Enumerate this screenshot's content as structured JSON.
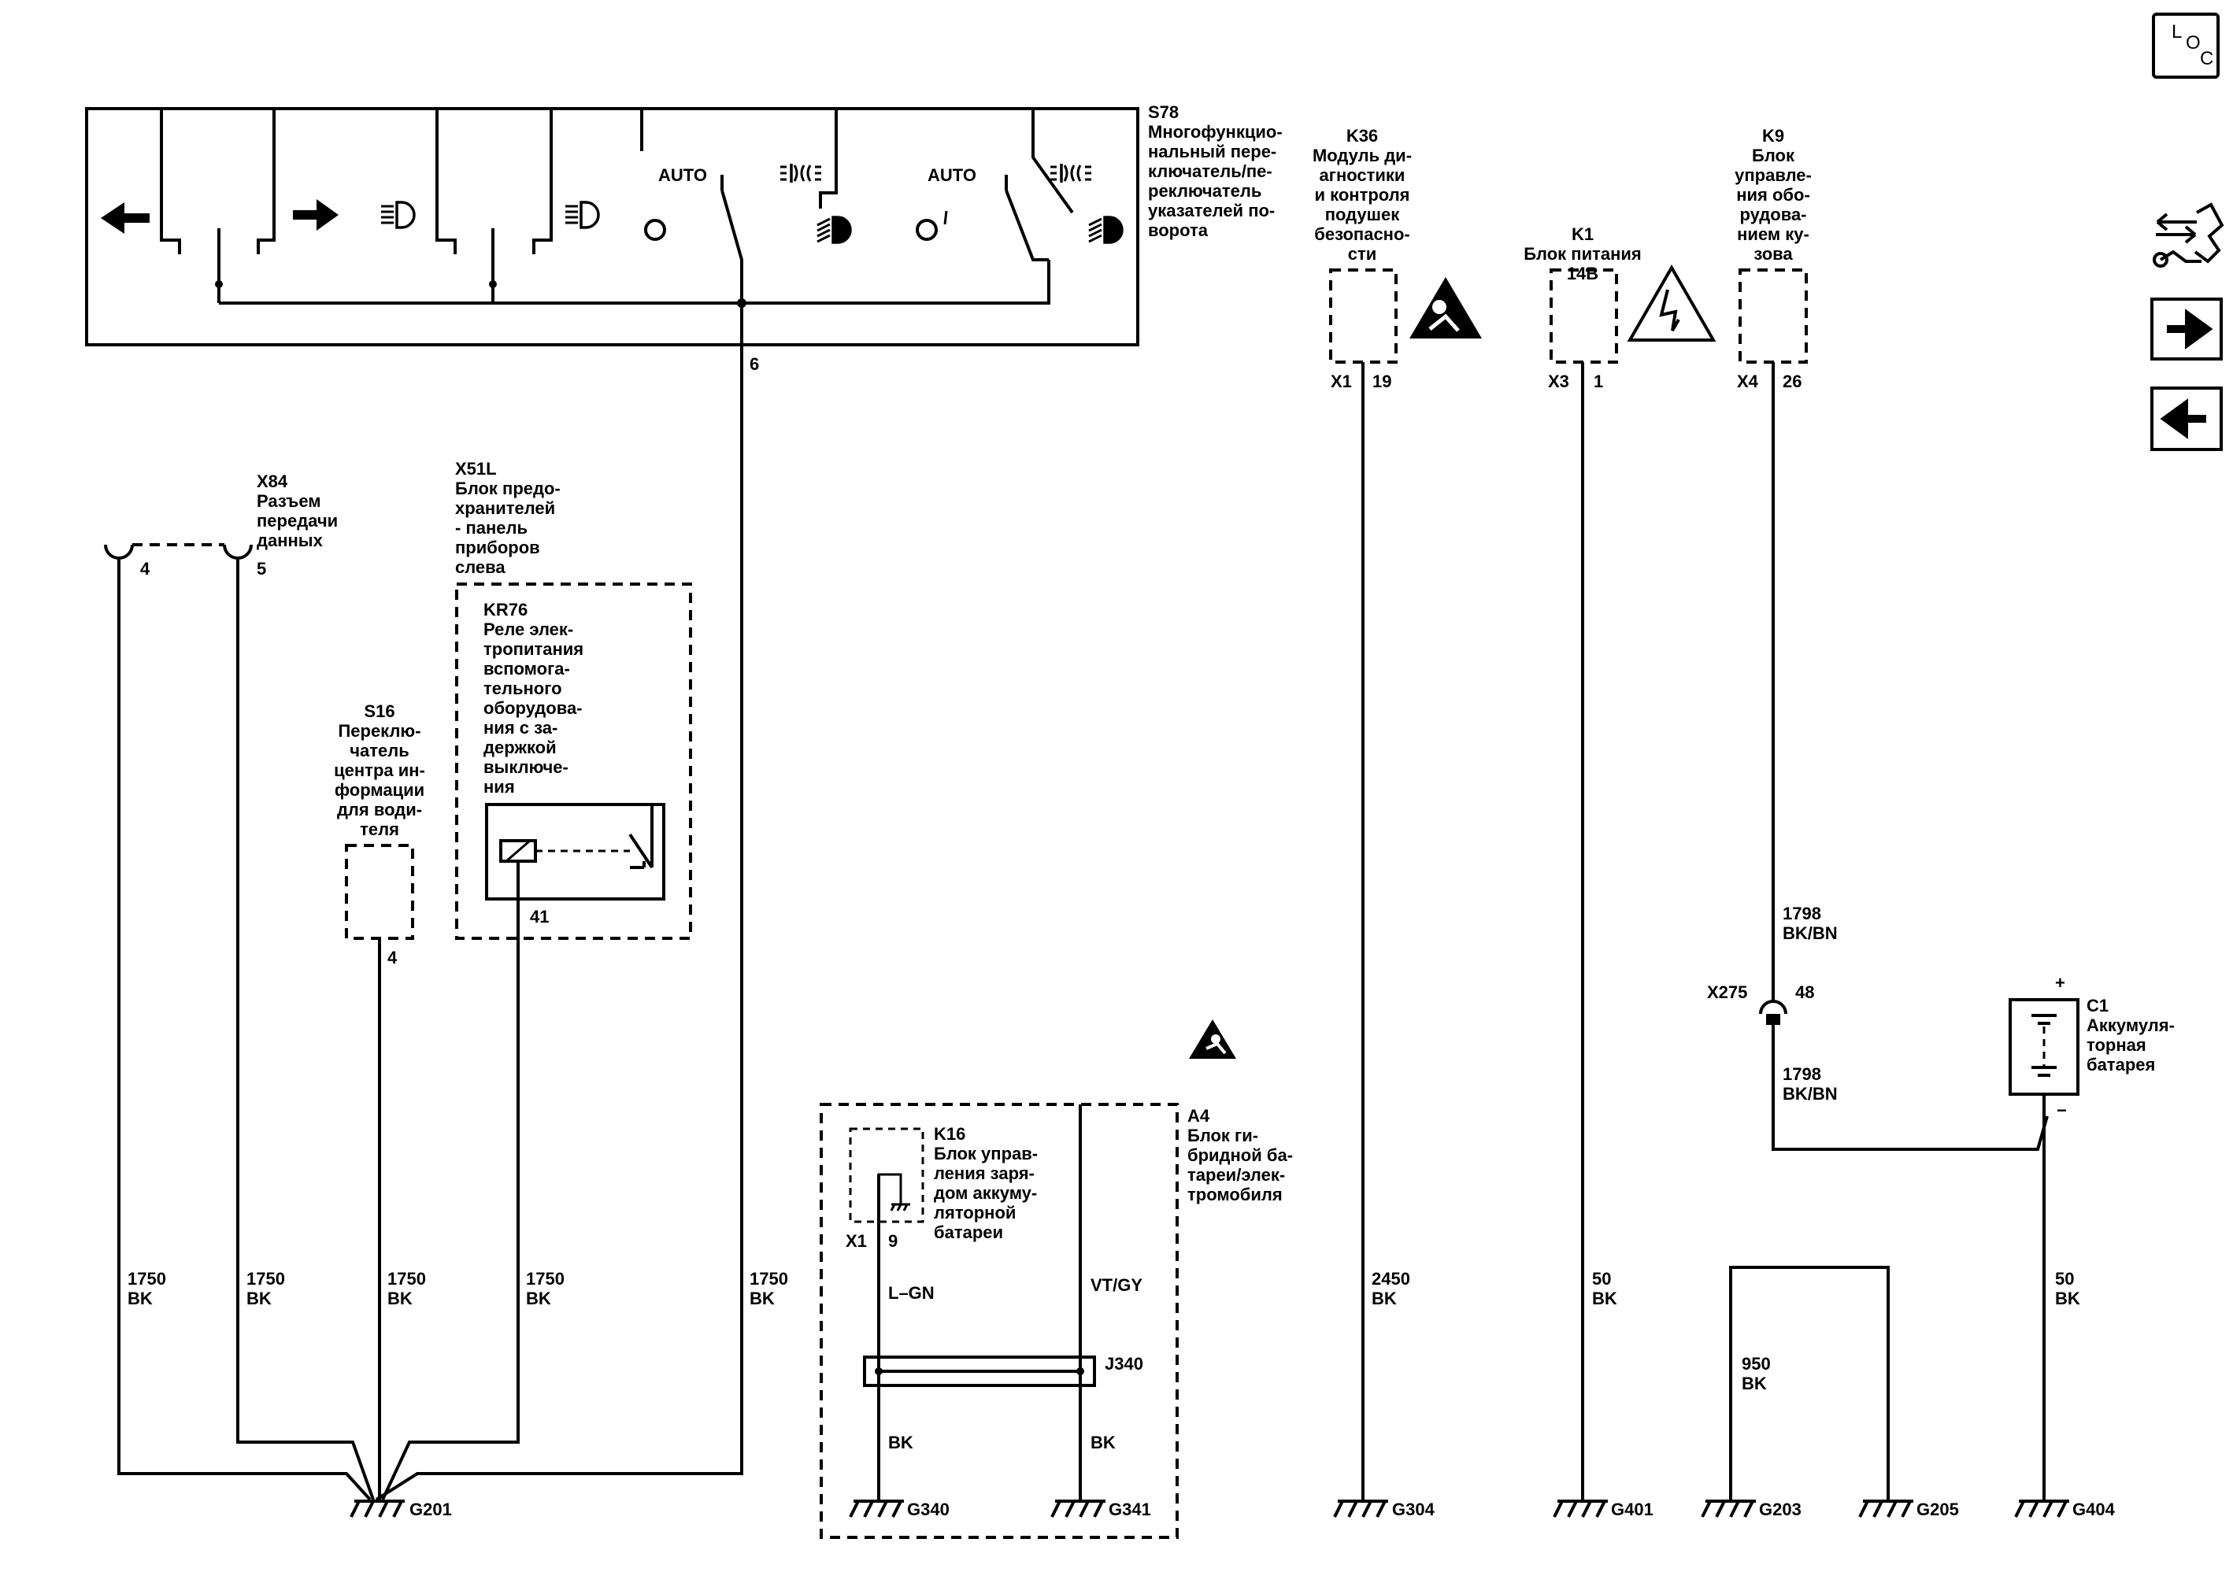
{
  "nav": {
    "loc": {
      "l": "L",
      "o": "O",
      "c": "C"
    }
  },
  "components": {
    "s78": {
      "id": "S78",
      "desc": [
        "Многофункцио-",
        "нальный пере-",
        "ключатель/пе-",
        "реключатель",
        "указателей по-",
        "ворота"
      ],
      "auto1": "AUTO",
      "auto2": "AUTO",
      "pin": "6"
    },
    "k36": {
      "id": "K36",
      "desc": [
        "Модуль ди-",
        "агностики",
        "и контроля",
        "подушек",
        "безопасно-",
        "сти"
      ],
      "conn": "X1",
      "pin": "19"
    },
    "k1": {
      "id": "K1",
      "desc": [
        "Блок питания",
        "14В"
      ],
      "conn": "X3",
      "pin": "1"
    },
    "k9": {
      "id": "K9",
      "desc": [
        "Блок",
        "управле-",
        "ния обо-",
        "рудова-",
        "нием ку-",
        "зова"
      ],
      "conn": "X4",
      "pin": "26"
    },
    "x84": {
      "id": "X84",
      "desc": [
        "Разъем",
        "передачи",
        "данных"
      ],
      "pin_a": "4",
      "pin_b": "5"
    },
    "x51l": {
      "id": "X51L",
      "desc": [
        "Блок предо-",
        "хранителей",
        "- панель",
        "приборов",
        "слева"
      ]
    },
    "kr76": {
      "id": "KR76",
      "desc": [
        "Реле элек-",
        "тропитания",
        "вспомога-",
        "тельного",
        "оборудова-",
        "ния с за-",
        "держкой",
        "выключе-",
        "ния"
      ],
      "pin": "41"
    },
    "s16": {
      "id": "S16",
      "desc": [
        "Переклю-",
        "чатель",
        "центра ин-",
        "формации",
        "для води-",
        "теля"
      ],
      "pin": "4"
    },
    "a4": {
      "id": "A4",
      "desc": [
        "Блок ги-",
        "бридной ба-",
        "тареи/элек-",
        "тромобиля"
      ]
    },
    "k16": {
      "id": "K16",
      "desc": [
        "Блок управ-",
        "ления заря-",
        "дом аккуму-",
        "ляторной",
        "батареи"
      ],
      "conn": "X1",
      "pin": "9"
    },
    "j340": {
      "id": "J340"
    },
    "x275": {
      "id": "X275",
      "pin": "48"
    },
    "c1": {
      "id": "C1",
      "desc": [
        "Аккумуля-",
        "торная",
        "батарея"
      ],
      "plus": "+",
      "minus": "−"
    }
  },
  "wires": {
    "w1": {
      "num": "1750",
      "color": "BK"
    },
    "w2": {
      "num": "1750",
      "color": "BK"
    },
    "w3": {
      "num": "1750",
      "color": "BK"
    },
    "w4": {
      "num": "1750",
      "color": "BK"
    },
    "w5": {
      "num": "1750",
      "color": "BK"
    },
    "w_k36": {
      "num": "2450",
      "color": "BK"
    },
    "w_k1": {
      "num": "50",
      "color": "BK"
    },
    "w_k9_top": {
      "num": "1798",
      "color": "BK/BN"
    },
    "w_k9_bot": {
      "num": "1798",
      "color": "BK/BN"
    },
    "w_g203": {
      "num": "950",
      "color": "BK"
    },
    "w_c1": {
      "num": "50",
      "color": "BK"
    },
    "w_lgn": {
      "color": "L–GN"
    },
    "w_vtgy": {
      "color": "VT/GY"
    },
    "w_bk_l": {
      "color": "BK"
    },
    "w_bk_r": {
      "color": "BK"
    }
  },
  "grounds": {
    "g201": "G201",
    "g340": "G340",
    "g341": "G341",
    "g304": "G304",
    "g401": "G401",
    "g203": "G203",
    "g205": "G205",
    "g404": "G404"
  }
}
